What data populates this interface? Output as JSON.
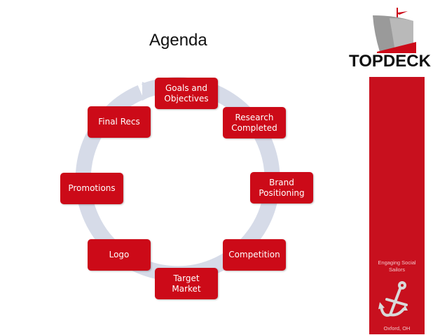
{
  "title": "Agenda",
  "cycle_steps": [
    {
      "label": "Goals and\nObjectives"
    },
    {
      "label": "Research\nCompleted"
    },
    {
      "label": "Brand\nPositioning"
    },
    {
      "label": "Competition"
    },
    {
      "label": "Target\nMarket"
    },
    {
      "label": "Logo"
    },
    {
      "label": "Promotions"
    },
    {
      "label": "Final Recs"
    }
  ],
  "brand": {
    "logo_text": "TOPDECK",
    "tagline": "Engaging Social\nSailors",
    "location": "Oxford, OH",
    "colors": {
      "accent": "#cc0a18",
      "sidebar": "#c8101e",
      "arrow": "#d6dbe8"
    }
  }
}
